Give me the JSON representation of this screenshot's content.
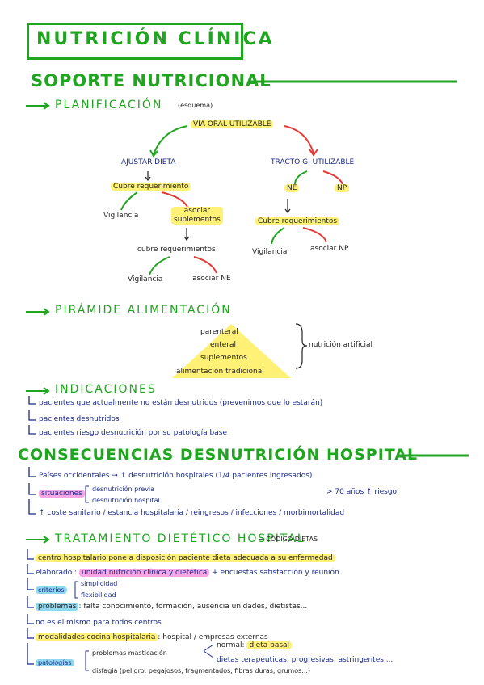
{
  "title": "NUTRICIÓN CLÍNICA",
  "section1": {
    "heading": "SOPORTE NUTRICIONAL",
    "planificacion": {
      "label": "PLANIFICACIÓN",
      "note": "(esquema)",
      "root": "VÍA ORAL UTILIZABLE",
      "left": {
        "branch": "AJUSTAR DIETA",
        "cubre": "Cubre requerimiento",
        "vigilancia": "Vigilancia",
        "asociar_1": "asociar",
        "asociar_2": "suplementos",
        "cubre2": "cubre requerimientos",
        "vigilancia2": "Vigilancia",
        "asociar_ne": "asociar NE"
      },
      "right": {
        "branch": "TRACTO GI UTILIZABLE",
        "ne": "NE",
        "np": "NP",
        "cubre": "Cubre requerimientos",
        "vigilancia": "Vigilancia",
        "asociar_np": "asociar NP"
      }
    },
    "piramide": {
      "label": "PIRÁMIDE ALIMENTACIÓN",
      "levels": [
        "parenteral",
        "enteral",
        "suplementos",
        "alimentación tradicional"
      ],
      "brace_note": "nutrición artificial"
    },
    "indicaciones": {
      "label": "INDICACIONES",
      "items": [
        "pacientes que actualmente no están desnutridos (prevenimos que lo estarán)",
        "pacientes desnutridos",
        "pacientes riesgo desnutrición por su patología base"
      ]
    }
  },
  "section2": {
    "heading": "CONSECUENCIAS DESNUTRICIÓN HOSPITAL",
    "line1": "Países occidentales → ↑ desnutrición hospitales (1/4 pacientes ingresados)",
    "situaciones": "situaciones",
    "sit_items": [
      "desnutrición previa",
      "desnutrición hospital"
    ],
    "sit_right": "> 70 años ↑ riesgo",
    "line3": "↑ coste sanitario / estancia hospitalaria / reingresos / infecciones / morbimortalidad"
  },
  "section3": {
    "heading": "TRATAMIENTO DIETÉTICO HOSPITAL",
    "arrow_note": "→ CÓDIGO DIETAS",
    "line1": "centro hospitalario pone a disposición paciente dieta adecuada a su enfermedad",
    "line2_pre": "elaborado :",
    "line2_hl": "unidad nutrición clínica y dietética",
    "line2_post": "+ encuestas satisfacción y reunión",
    "criterios": "criterios",
    "crit_items": [
      "simplicidad",
      "flexibilidad"
    ],
    "problemas": "problemas",
    "problemas_text": ": falta conocimiento, formación, ausencia unidades, dietistas...",
    "line5": "no es el mismo para todos centros",
    "modalidades": "modalidades cocina hospitalaria",
    "modalidades_text": ": hospital / empresas externas",
    "patologias": "patologías",
    "pat_items": [
      "problemas masticación",
      "disfagia (peligro: pegajosos, fragmentados, fibras duras, grumos...)"
    ],
    "normal_pre": "normal:",
    "normal_hl": "dieta basal",
    "terapeuticas": "dietas terapéuticas: progresivas, astringentes ..."
  }
}
